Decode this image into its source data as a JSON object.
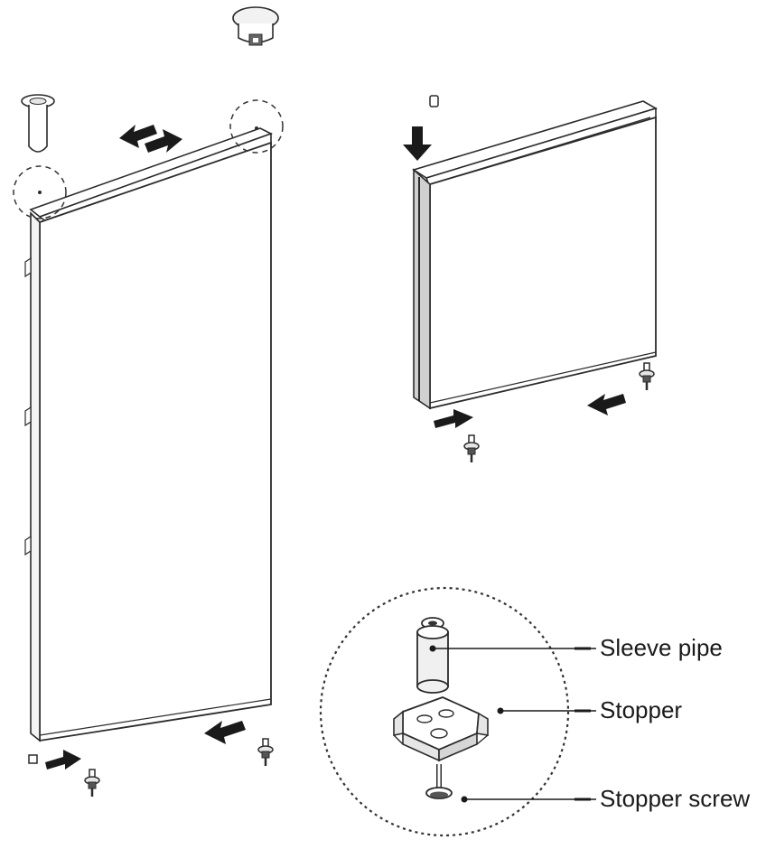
{
  "callouts": {
    "sleeve_pipe": "Sleeve pipe",
    "stopper": "Stopper",
    "stopper_screw": "Stopper screw"
  },
  "colors": {
    "line": "#2b2b2b",
    "arrow": "#1a1a1a",
    "panel_fill": "#ffffff",
    "part_fill": "#e6e6e6",
    "dashed": "#333333"
  },
  "icons": {
    "arrow": "solid-direction-arrow",
    "screw": "stopper-screw-icon",
    "sleeve": "sleeve-pipe-icon",
    "cap": "hinge-cap-icon"
  }
}
